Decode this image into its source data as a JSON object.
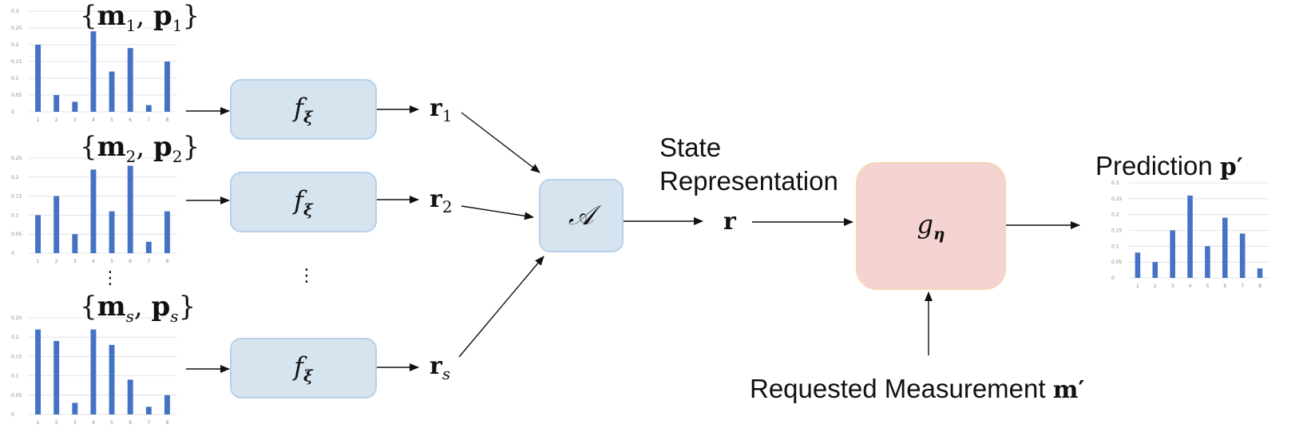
{
  "inputs": [
    {
      "set_label": "{m1, p1}",
      "sub": "1"
    },
    {
      "set_label": "{m2, p2}",
      "sub": "2"
    },
    {
      "set_label": "{ms, ps}",
      "sub": "s"
    }
  ],
  "encoder_label": "f",
  "encoder_sub": "ξ",
  "reps": [
    {
      "label": "r",
      "sub": "1"
    },
    {
      "label": "r",
      "sub": "2"
    },
    {
      "label": "r",
      "sub": "s"
    }
  ],
  "aggregator_label": "𝒜",
  "state_label_line1": "State",
  "state_label_line2": "Representation",
  "state_symbol": "r",
  "decoder_label": "g",
  "decoder_sub": "η",
  "prediction_label": "Prediction",
  "prediction_symbol": "p′",
  "request_label": "Requested Measurement",
  "request_symbol": "m′",
  "ellipsis": "⋮",
  "colors": {
    "bar": "#4472c4",
    "encoder_fill": "#d6e4f0",
    "decoder_fill": "#f4d3d2"
  },
  "chart_data": [
    {
      "type": "bar",
      "categories": [
        "1",
        "2",
        "3",
        "4",
        "5",
        "6",
        "7",
        "8"
      ],
      "values": [
        0.2,
        0.05,
        0.03,
        0.24,
        0.12,
        0.19,
        0.02,
        0.15
      ],
      "ylim": [
        0,
        0.3
      ],
      "yticks": [
        "0",
        "0.05",
        "0.1",
        "0.15",
        "0.2",
        "0.25",
        "0.3"
      ]
    },
    {
      "type": "bar",
      "categories": [
        "1",
        "2",
        "3",
        "4",
        "5",
        "6",
        "7",
        "8"
      ],
      "values": [
        0.1,
        0.15,
        0.05,
        0.22,
        0.11,
        0.23,
        0.03,
        0.11
      ],
      "ylim": [
        0,
        0.25
      ],
      "yticks": [
        "0",
        "0.05",
        "0.1",
        "0.15",
        "0.2",
        "0.25"
      ]
    },
    {
      "type": "bar",
      "categories": [
        "1",
        "2",
        "3",
        "4",
        "5",
        "6",
        "7",
        "8"
      ],
      "values": [
        0.22,
        0.19,
        0.03,
        0.22,
        0.18,
        0.09,
        0.02,
        0.05
      ],
      "ylim": [
        0,
        0.25
      ],
      "yticks": [
        "0",
        "0.05",
        "0.1",
        "0.15",
        "0.2",
        "0.25"
      ]
    },
    {
      "type": "bar",
      "categories": [
        "1",
        "2",
        "3",
        "4",
        "5",
        "6",
        "7",
        "8"
      ],
      "values": [
        0.08,
        0.05,
        0.15,
        0.26,
        0.1,
        0.19,
        0.14,
        0.03
      ],
      "ylim": [
        0,
        0.3
      ],
      "yticks": [
        "0",
        "0.05",
        "0.1",
        "0.15",
        "0.2",
        "0.25",
        "0.3"
      ]
    }
  ]
}
